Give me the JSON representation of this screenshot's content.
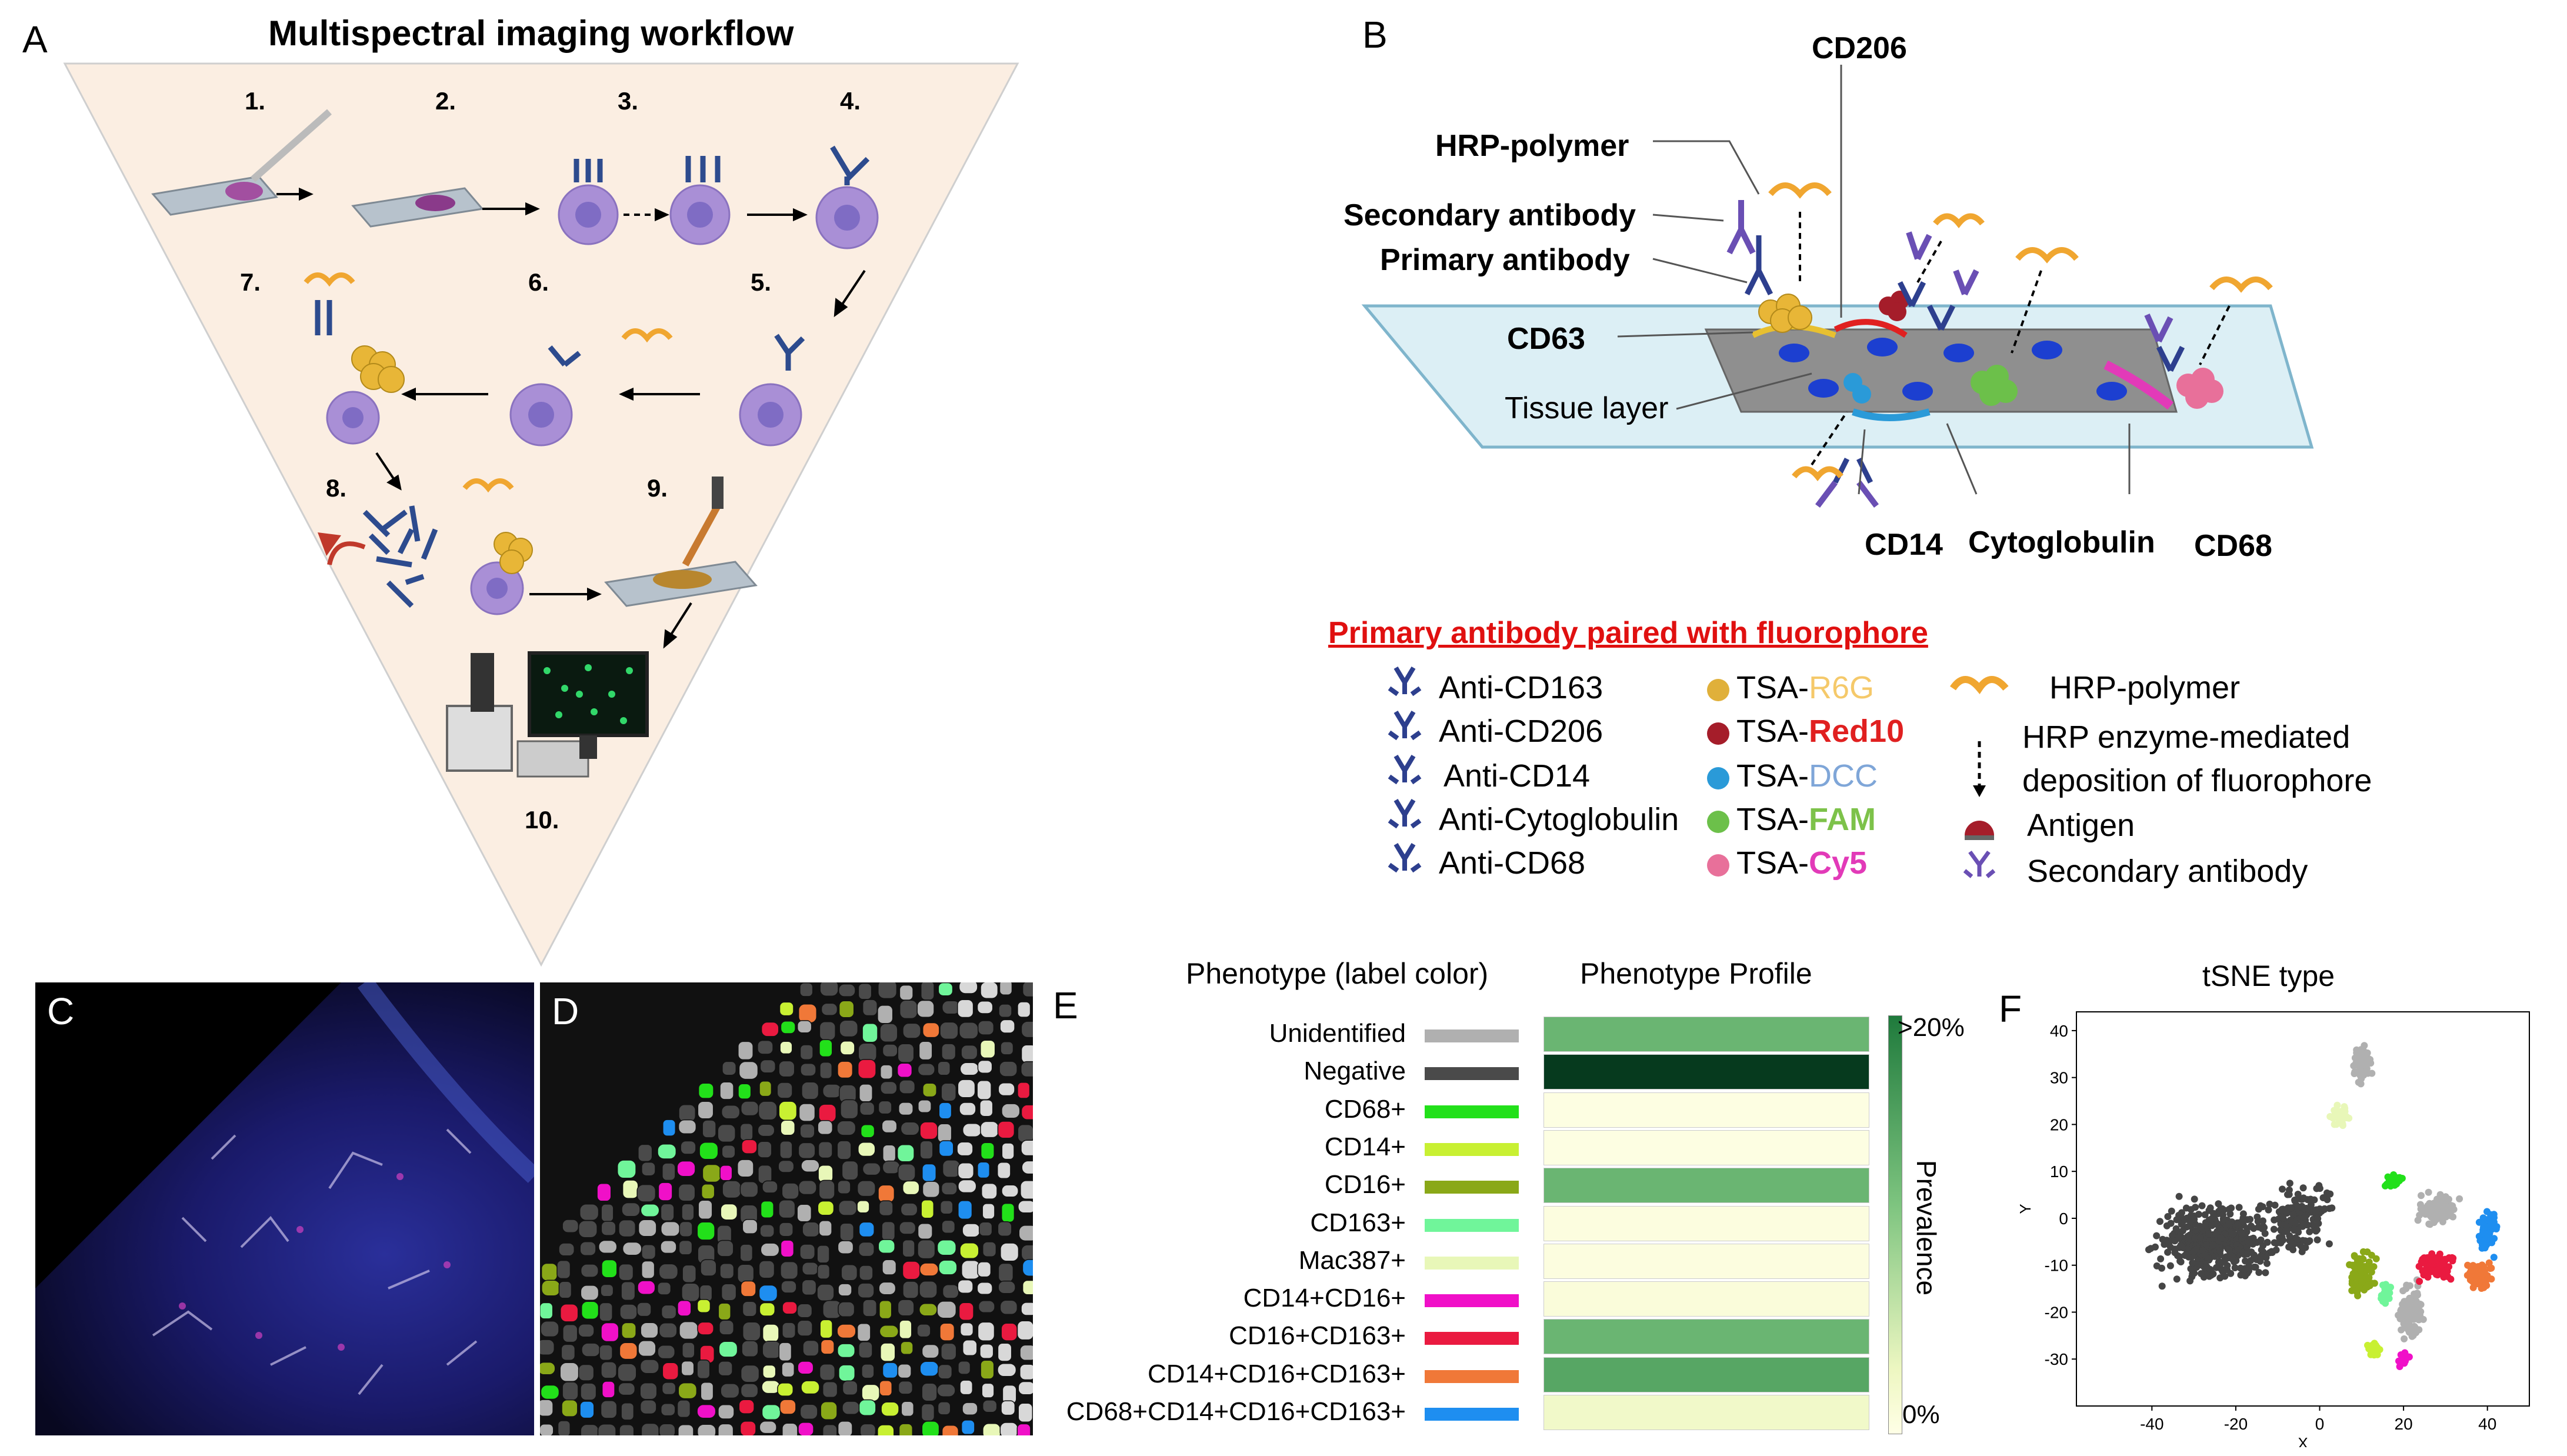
{
  "panels": {
    "a": "A",
    "b": "B",
    "c": "C",
    "d": "D",
    "e": "E",
    "f": "F"
  },
  "panel_a": {
    "title": "Multispectral imaging workflow",
    "steps": [
      "1.",
      "2.",
      "3.",
      "4.",
      "5.",
      "6.",
      "7.",
      "8.",
      "9.",
      "10."
    ],
    "colors": {
      "triangle": "#fbeee2",
      "triangle_edge": "#cfcfcf"
    }
  },
  "panel_b": {
    "labels": {
      "cd206": "CD206",
      "hrp_polymer": "HRP-polymer",
      "secondary_antibody": "Secondary antibody",
      "primary_antibody": "Primary antibody",
      "cd63": "CD63",
      "tissue_layer": "Tissue layer",
      "cd14": "CD14",
      "cytoglobulin": "Cytoglobulin",
      "cd68": "CD68"
    },
    "legend": {
      "title": "Primary antibody paired with fluorophore",
      "antibodies": [
        "Anti-CD163",
        "Anti-CD206",
        "Anti-CD14",
        "Anti-Cytoglobulin",
        "Anti-CD68"
      ],
      "tsa_prefix": "TSA-",
      "fluorophores": [
        {
          "name": "R6G",
          "color": "#f5c96a",
          "dot": "#e0b03a"
        },
        {
          "name": "Red10",
          "color": "#e02020",
          "dot": "#a51d2a"
        },
        {
          "name": "DCC",
          "color": "#7fa6d8",
          "dot": "#2a9ad8"
        },
        {
          "name": "FAM",
          "color": "#7dc24a",
          "dot": "#6cc04a"
        },
        {
          "name": "Cy5",
          "color": "#e23ab8",
          "dot": "#e8709a"
        }
      ],
      "hrp_polymer": "HRP-polymer",
      "hrp_line1": "HRP enzyme-mediated",
      "hrp_line2": "deposition of fluorophore",
      "antigen": "Antigen",
      "secondary": "Secondary antibody"
    }
  },
  "panel_e": {
    "col1_header": "Phenotype (label color)",
    "col2_header": "Phenotype  Profile",
    "colorbar_top": ">20%",
    "colorbar_bottom": "0%",
    "colorbar_label": "Prevalence",
    "phenotypes": [
      {
        "label": "Unidentified",
        "color": "#b0b0b0",
        "prevalence": 0.55
      },
      {
        "label": "Negative",
        "color": "#4a4a4a",
        "prevalence": 1.0
      },
      {
        "label": "CD68+",
        "color": "#22e01a",
        "prevalence": 0.03
      },
      {
        "label": "CD14+",
        "color": "#c8f032",
        "prevalence": 0.03
      },
      {
        "label": "CD16+",
        "color": "#8aa818",
        "prevalence": 0.55
      },
      {
        "label": "CD163+",
        "color": "#70f59a",
        "prevalence": 0.05
      },
      {
        "label": "Mac387+",
        "color": "#e8f7b8",
        "prevalence": 0.05
      },
      {
        "label": "CD14+CD16+",
        "color": "#f010c8",
        "prevalence": 0.08
      },
      {
        "label": "CD16+CD163+",
        "color": "#ea1a40",
        "prevalence": 0.55
      },
      {
        "label": "CD14+CD16+CD163+",
        "color": "#f07838",
        "prevalence": 0.6
      },
      {
        "label": "CD68+CD14+CD16+CD163+",
        "color": "#1e8ef0",
        "prevalence": 0.2
      }
    ]
  },
  "chart_data": {
    "type": "scatter",
    "title": "tSNE type",
    "xlabel": "X",
    "ylabel": "Y",
    "xlim": [
      -58,
      50
    ],
    "ylim": [
      -40,
      44
    ],
    "xticks": [
      -40,
      -20,
      0,
      20,
      40
    ],
    "yticks": [
      40,
      30,
      20,
      10,
      0,
      -10,
      -20,
      -30
    ],
    "series": [
      {
        "color": "#454545",
        "center": [
          -25,
          -5
        ],
        "count": 520,
        "spread": [
          18,
          10
        ]
      },
      {
        "color": "#454545",
        "center": [
          -5,
          0
        ],
        "count": 160,
        "spread": [
          10,
          10
        ]
      },
      {
        "color": "#b0b0b0",
        "center": [
          10,
          33
        ],
        "count": 70,
        "spread": [
          3,
          5
        ]
      },
      {
        "color": "#e8f7b8",
        "center": [
          5,
          22
        ],
        "count": 30,
        "spread": [
          3,
          3
        ]
      },
      {
        "color": "#b0b0b0",
        "center": [
          22,
          -20
        ],
        "count": 90,
        "spread": [
          4,
          8
        ]
      },
      {
        "color": "#b0b0b0",
        "center": [
          28,
          2
        ],
        "count": 90,
        "spread": [
          6,
          4
        ]
      },
      {
        "color": "#22e01a",
        "center": [
          18,
          8
        ],
        "count": 45,
        "spread": [
          4,
          2
        ]
      },
      {
        "color": "#8aa818",
        "center": [
          10,
          -12
        ],
        "count": 90,
        "spread": [
          4,
          6
        ]
      },
      {
        "color": "#ea1a40",
        "center": [
          28,
          -10
        ],
        "count": 90,
        "spread": [
          6,
          4
        ]
      },
      {
        "color": "#f07838",
        "center": [
          38,
          -12
        ],
        "count": 60,
        "spread": [
          4,
          4
        ]
      },
      {
        "color": "#1e8ef0",
        "center": [
          40,
          -3
        ],
        "count": 60,
        "spread": [
          3,
          6
        ]
      },
      {
        "color": "#f010c8",
        "center": [
          20,
          -30
        ],
        "count": 20,
        "spread": [
          2,
          2
        ]
      },
      {
        "color": "#c8f032",
        "center": [
          13,
          -28
        ],
        "count": 25,
        "spread": [
          2,
          2
        ]
      },
      {
        "color": "#70f59a",
        "center": [
          16,
          -16
        ],
        "count": 20,
        "spread": [
          2,
          4
        ]
      }
    ]
  }
}
